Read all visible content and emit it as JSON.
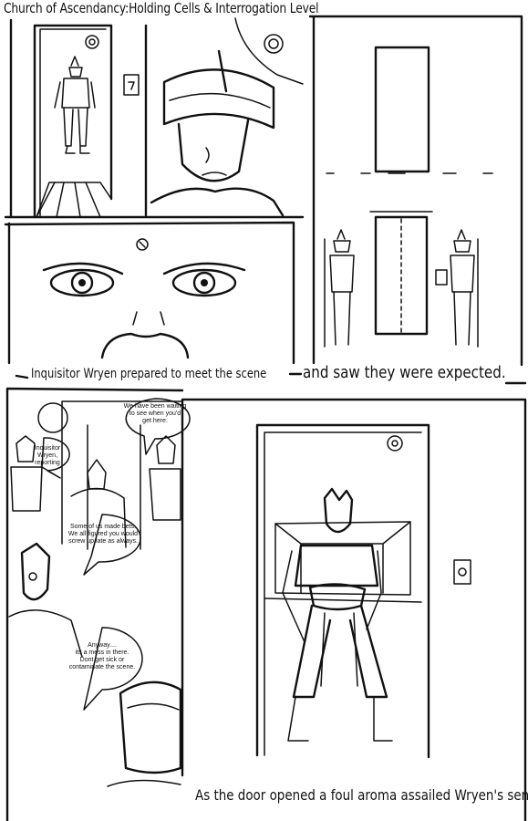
{
  "page": {
    "title": "Church of Ascendancy:Holding Cells & Interrogation Level"
  },
  "captions": {
    "inquisitor_prepared": "Inquisitor Wryen prepared to meet the scene",
    "saw_expected": "and saw they were expected.",
    "door_opened": "As the door opened a foul aroma assailed Wryen's senses."
  },
  "speech_bubbles": {
    "waiting": "We have been waiting\nto see when you'd\nget here.",
    "reporting": "Inquisitor Wryen,\nreporting",
    "bets": "Some of us made bets.\nWe all figured you would\nscrew up late as always.",
    "mess": "Anyway....\nits a mess in there.\nDont get sick or\ncontaminate the scene."
  }
}
